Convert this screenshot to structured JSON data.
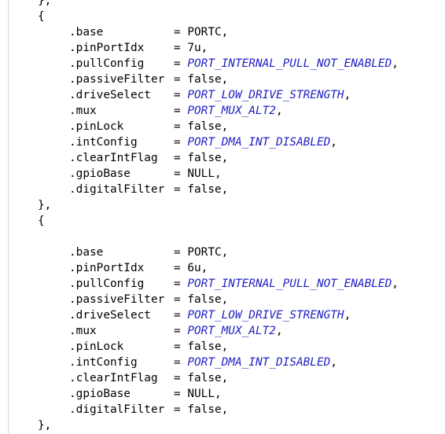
{
  "editor": {
    "colors": {
      "text": "#000000",
      "enum_constant": "#1f1fc4",
      "background": "#ffffff",
      "indent_guide": "#d8d8d8"
    },
    "lines": [
      {
        "kind": "brace",
        "text": "},"
      },
      {
        "kind": "brace",
        "text": "{"
      },
      {
        "kind": "field",
        "name": ".base",
        "op": "= ",
        "value": "PORTC",
        "value_style": "plain",
        "trail": ","
      },
      {
        "kind": "field",
        "name": ".pinPortIdx",
        "op": "= ",
        "value": "7u",
        "value_style": "plain",
        "trail": ","
      },
      {
        "kind": "field",
        "name": ".pullConfig",
        "op": "= ",
        "value": "PORT_INTERNAL_PULL_NOT_ENABLED",
        "value_style": "enum",
        "trail": ","
      },
      {
        "kind": "field",
        "name": ".passiveFilter",
        "op": "= ",
        "value": "false",
        "value_style": "plain",
        "trail": ","
      },
      {
        "kind": "field",
        "name": ".driveSelect",
        "op": "= ",
        "value": "PORT_LOW_DRIVE_STRENGTH",
        "value_style": "enum",
        "trail": ","
      },
      {
        "kind": "field",
        "name": ".mux",
        "op": "= ",
        "value": "PORT_MUX_ALT2",
        "value_style": "enum",
        "trail": ","
      },
      {
        "kind": "field",
        "name": ".pinLock",
        "op": "= ",
        "value": "false",
        "value_style": "plain",
        "trail": ","
      },
      {
        "kind": "field",
        "name": ".intConfig",
        "op": "= ",
        "value": "PORT_DMA_INT_DISABLED",
        "value_style": "enum",
        "trail": ","
      },
      {
        "kind": "field",
        "name": ".clearIntFlag",
        "op": "= ",
        "value": "false",
        "value_style": "plain",
        "trail": ","
      },
      {
        "kind": "field",
        "name": ".gpioBase",
        "op": "= ",
        "value": "NULL",
        "value_style": "plain",
        "trail": ","
      },
      {
        "kind": "field",
        "name": ".digitalFilter",
        "op": "= ",
        "value": "false",
        "value_style": "plain",
        "trail": ","
      },
      {
        "kind": "brace",
        "text": "},"
      },
      {
        "kind": "brace",
        "text": "{"
      },
      {
        "kind": "blank"
      },
      {
        "kind": "field",
        "name": ".base",
        "op": "= ",
        "value": "PORTC",
        "value_style": "plain",
        "trail": ","
      },
      {
        "kind": "field",
        "name": ".pinPortIdx",
        "op": "= ",
        "value": "6u",
        "value_style": "plain",
        "trail": ","
      },
      {
        "kind": "field",
        "name": ".pullConfig",
        "op": "= ",
        "value": "PORT_INTERNAL_PULL_NOT_ENABLED",
        "value_style": "enum",
        "trail": ","
      },
      {
        "kind": "field",
        "name": ".passiveFilter",
        "op": "= ",
        "value": "false",
        "value_style": "plain",
        "trail": ","
      },
      {
        "kind": "field",
        "name": ".driveSelect",
        "op": "= ",
        "value": "PORT_LOW_DRIVE_STRENGTH",
        "value_style": "enum",
        "trail": ","
      },
      {
        "kind": "field",
        "name": ".mux",
        "op": "= ",
        "value": "PORT_MUX_ALT2",
        "value_style": "enum",
        "trail": ","
      },
      {
        "kind": "field",
        "name": ".pinLock",
        "op": "= ",
        "value": "false",
        "value_style": "plain",
        "trail": ","
      },
      {
        "kind": "field",
        "name": ".intConfig",
        "op": "= ",
        "value": "PORT_DMA_INT_DISABLED",
        "value_style": "enum",
        "trail": ","
      },
      {
        "kind": "field",
        "name": ".clearIntFlag",
        "op": "= ",
        "value": "false",
        "value_style": "plain",
        "trail": ","
      },
      {
        "kind": "field",
        "name": ".gpioBase",
        "op": "= ",
        "value": "NULL",
        "value_style": "plain",
        "trail": ","
      },
      {
        "kind": "field",
        "name": ".digitalFilter",
        "op": "= ",
        "value": "false",
        "value_style": "plain",
        "trail": ","
      },
      {
        "kind": "brace",
        "text": "},"
      },
      {
        "kind": "brace",
        "text": "{"
      }
    ]
  }
}
